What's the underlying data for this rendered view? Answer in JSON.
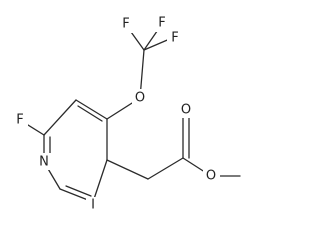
{
  "molecule": {
    "atoms": {
      "f_ring": "F",
      "n_ring": "N",
      "i_sub": "I",
      "o_ether": "O",
      "f_cf3_top_left": "F",
      "f_cf3_top_right": "F",
      "f_cf3_right": "F",
      "o_carbonyl": "O",
      "o_ester": "O"
    },
    "colors": {
      "bond": "#2b2b2b",
      "label": "#222222",
      "background": "#ffffff"
    }
  }
}
